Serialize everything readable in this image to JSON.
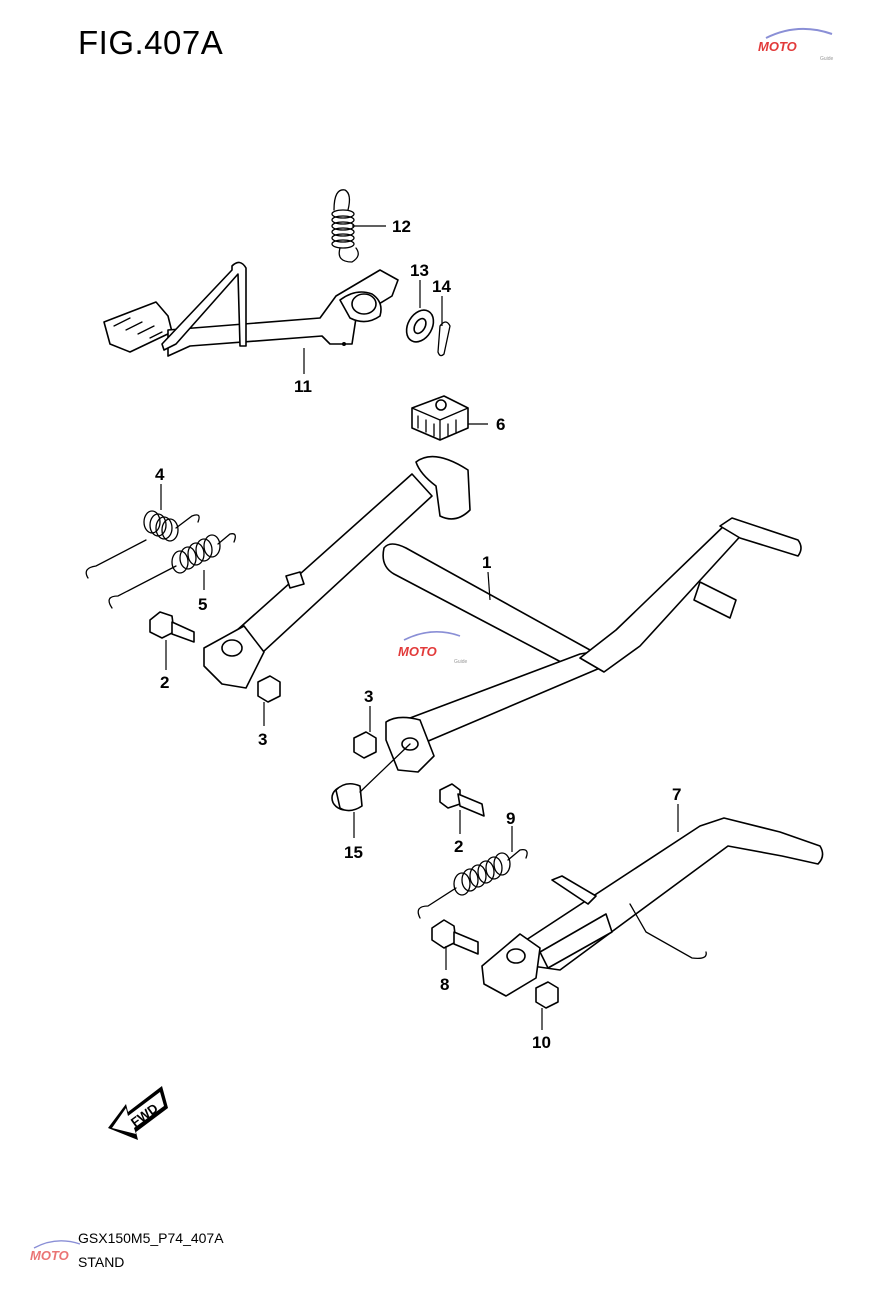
{
  "figure": {
    "title": "FIG.407A",
    "code": "GSX150M5_P74_407A",
    "name": "STAND"
  },
  "callouts": [
    {
      "id": "c12",
      "label": "12"
    },
    {
      "id": "c13",
      "label": "13"
    },
    {
      "id": "c14",
      "label": "14"
    },
    {
      "id": "c11",
      "label": "11"
    },
    {
      "id": "c6",
      "label": "6"
    },
    {
      "id": "c4",
      "label": "4"
    },
    {
      "id": "c5",
      "label": "5"
    },
    {
      "id": "c1",
      "label": "1"
    },
    {
      "id": "c2a",
      "label": "2"
    },
    {
      "id": "c3a",
      "label": "3"
    },
    {
      "id": "c3b",
      "label": "3"
    },
    {
      "id": "c15",
      "label": "15"
    },
    {
      "id": "c2b",
      "label": "2"
    },
    {
      "id": "c7",
      "label": "7"
    },
    {
      "id": "c9",
      "label": "9"
    },
    {
      "id": "c8",
      "label": "8"
    },
    {
      "id": "c10",
      "label": "10"
    }
  ],
  "fwd_arrow": {
    "label": "FWD",
    "icon": "fwd-arrow-icon"
  },
  "watermark": {
    "text": "MOTO",
    "sub": "Guide",
    "accent": "#e23a3a",
    "accent2": "#8a8fd6"
  },
  "colors": {
    "line": "#000000",
    "background": "#ffffff"
  }
}
